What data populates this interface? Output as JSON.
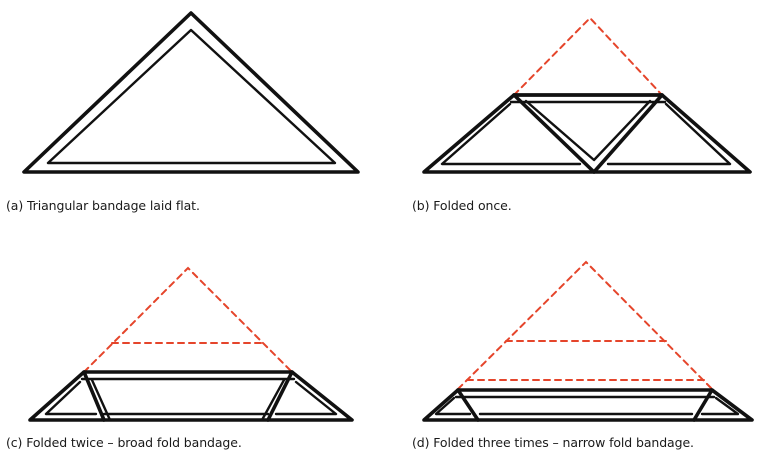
{
  "panels": [
    {
      "id": "a",
      "caption": "(a) Triangular bandage laid flat."
    },
    {
      "id": "b",
      "caption": "(b) Folded once."
    },
    {
      "id": "c",
      "caption": "(c) Folded twice – broad fold bandage."
    },
    {
      "id": "d",
      "caption": "(d) Folded three times – narrow fold bandage."
    }
  ],
  "colors": {
    "outline": "#111111",
    "fold_line": "#e5452b",
    "background": "#ffffff"
  }
}
